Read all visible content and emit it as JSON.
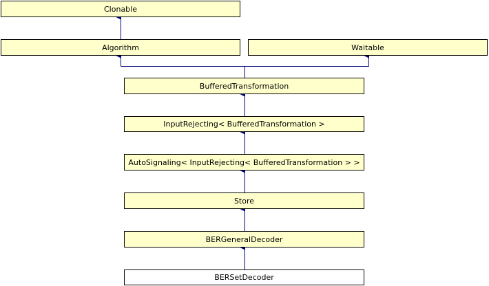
{
  "colors": {
    "node_fill": "#ffffcc",
    "current_fill": "#ffffff",
    "border": "#000000",
    "edge": "#000080"
  },
  "nodes": {
    "clonable": "Clonable",
    "algorithm": "Algorithm",
    "waitable": "Waitable",
    "buffered_transformation": "BufferedTransformation",
    "input_rejecting": "InputRejecting< BufferedTransformation >",
    "auto_signaling": "AutoSignaling< InputRejecting< BufferedTransformation > >",
    "store": "Store",
    "ber_general_decoder": "BERGeneralDecoder",
    "ber_set_decoder": "BERSetDecoder"
  }
}
